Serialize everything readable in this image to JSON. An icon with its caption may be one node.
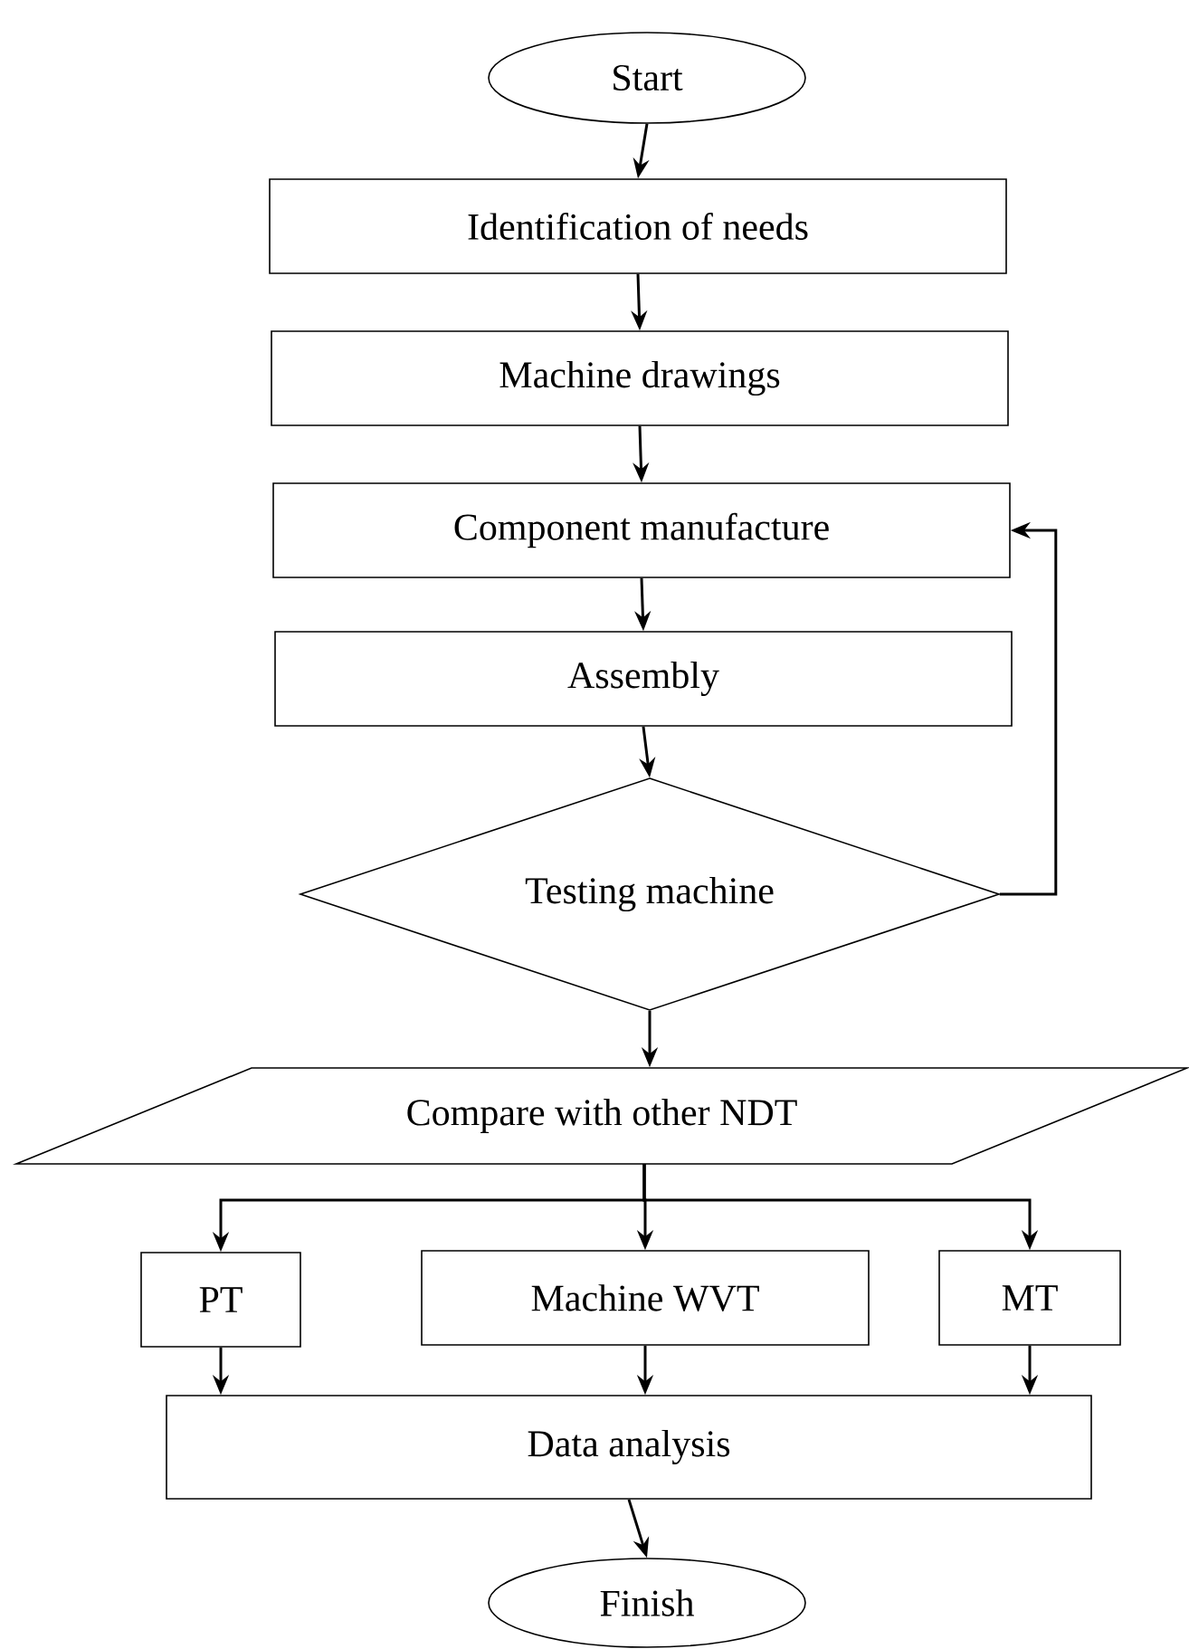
{
  "diagram": {
    "nodes": [
      {
        "text": [
          "Start"
        ]
      },
      {
        "text": [
          "Identification of needs"
        ]
      },
      {
        "text": [
          "Machine drawings"
        ]
      },
      {
        "text": [
          "Component manufacture"
        ]
      },
      {
        "text": [
          "Assembly"
        ]
      },
      {
        "text": [
          "Testing machine"
        ]
      },
      {
        "text": [
          "Compare with other NDT"
        ]
      },
      {
        "text": [
          "PT"
        ]
      },
      {
        "text": [
          "Machine WVT"
        ]
      },
      {
        "text": [
          "MT"
        ]
      },
      {
        "text": [
          "Data analysis"
        ]
      },
      {
        "text": [
          "Finish"
        ]
      }
    ],
    "edges": [
      {
        "from": 0,
        "to": 1,
        "arrow": "to"
      },
      {
        "from": 1,
        "to": 2,
        "arrow": "to"
      },
      {
        "from": 2,
        "to": 3,
        "arrow": "to"
      },
      {
        "from": 3,
        "to": 4,
        "arrow": "to"
      },
      {
        "from": 4,
        "to": 5,
        "arrow": "to"
      },
      {
        "from": 5,
        "to": 3,
        "arrow": "to"
      },
      {
        "from": 5,
        "to": 6,
        "arrow": "to"
      },
      {
        "from": 6,
        "to": 7,
        "arrow": "to"
      },
      {
        "from": 6,
        "to": 8,
        "arrow": "to"
      },
      {
        "from": 6,
        "to": 9,
        "arrow": "to"
      },
      {
        "from": 7,
        "to": 10,
        "arrow": "to"
      },
      {
        "from": 8,
        "to": 10,
        "arrow": "to"
      },
      {
        "from": 9,
        "to": 10,
        "arrow": "to"
      },
      {
        "from": 10,
        "to": 11,
        "arrow": "to"
      }
    ]
  }
}
